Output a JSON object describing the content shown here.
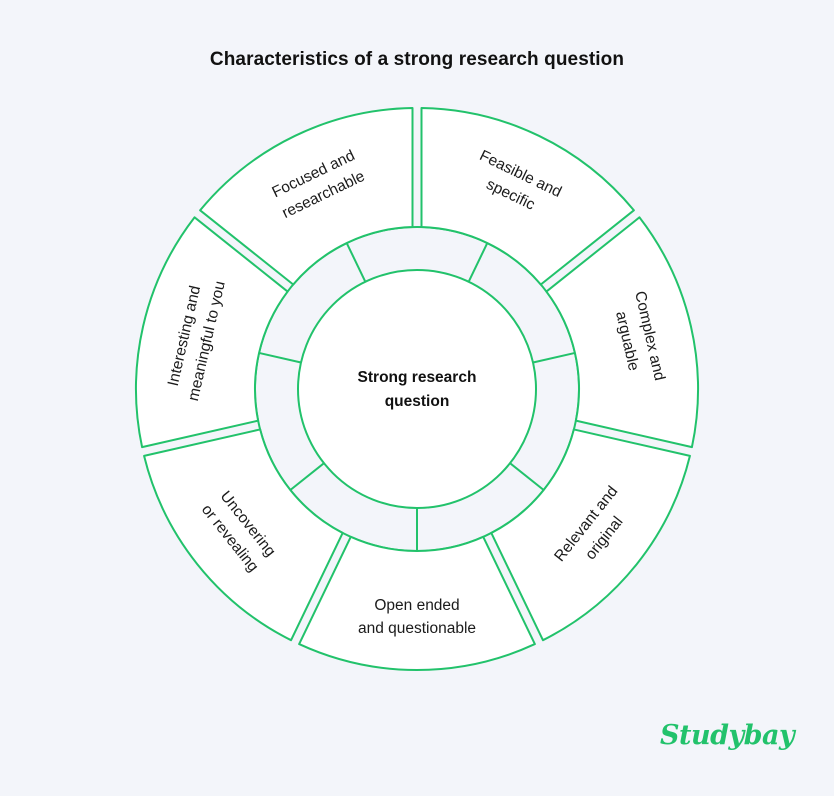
{
  "title": "Characteristics of a strong research question",
  "center": {
    "lines": [
      "Strong research",
      "question"
    ]
  },
  "segments": [
    {
      "id": "focused",
      "lines": [
        "Focused and",
        "researchable"
      ]
    },
    {
      "id": "feasible",
      "lines": [
        "Feasible and",
        "specific"
      ]
    },
    {
      "id": "complex",
      "lines": [
        "Complex and",
        "arguable"
      ]
    },
    {
      "id": "relevant",
      "lines": [
        "Relevant and",
        "original"
      ]
    },
    {
      "id": "open-ended",
      "lines": [
        "Open ended",
        "and questionable"
      ]
    },
    {
      "id": "uncovering",
      "lines": [
        "Uncovering",
        "or revealing"
      ]
    },
    {
      "id": "interesting",
      "lines": [
        "Interesting and",
        "meaningful to you"
      ]
    }
  ],
  "logo": {
    "text": "Studybay"
  },
  "colors": {
    "accent": "#22c26b",
    "background": "#f3f5fa",
    "inner_ring": "#f3f5fa",
    "segment_fill": "#ffffff",
    "text": "#1b1b1b"
  }
}
